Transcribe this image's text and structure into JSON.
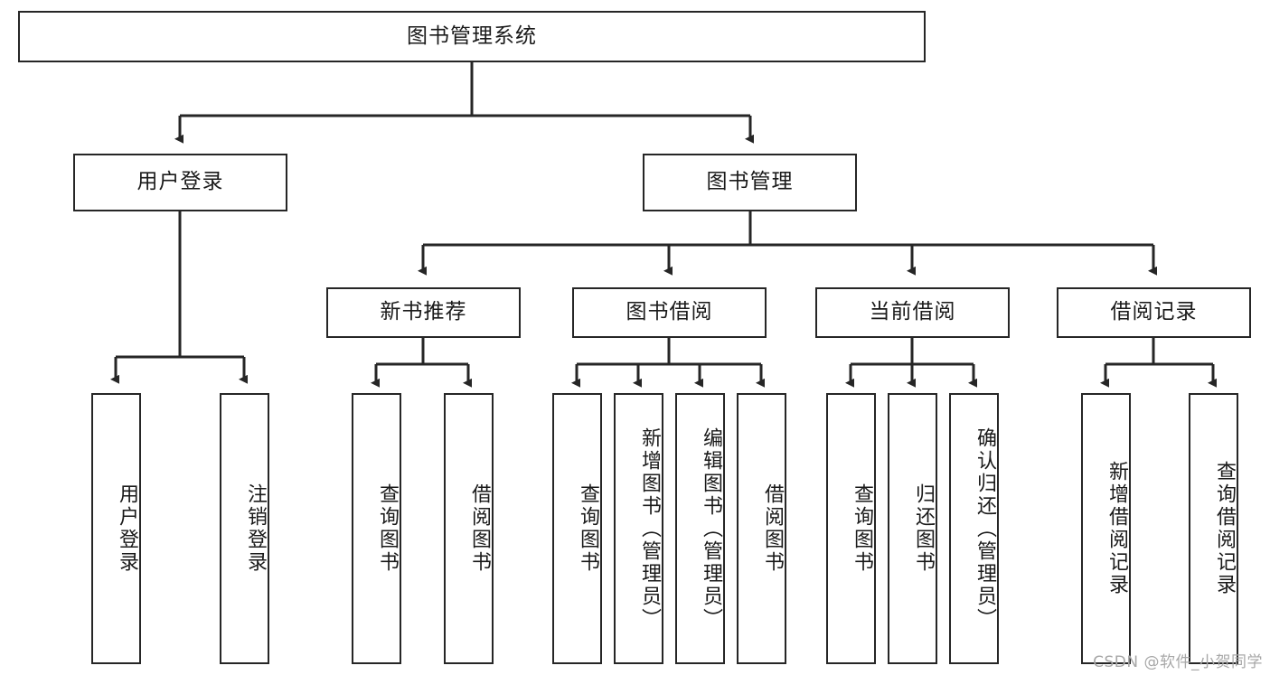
{
  "diagram": {
    "title": "图书管理系统",
    "type": "hierarchy-tree",
    "root": {
      "label": "图书管理系统"
    },
    "level2": [
      {
        "label": "用户登录"
      },
      {
        "label": "图书管理"
      }
    ],
    "level3": [
      {
        "label": "新书推荐"
      },
      {
        "label": "图书借阅"
      },
      {
        "label": "当前借阅"
      },
      {
        "label": "借阅记录"
      }
    ],
    "leaves": {
      "user_login": [
        {
          "label": "用户登录"
        },
        {
          "label": "注销登录"
        }
      ],
      "new_book_recommend": [
        {
          "label": "查询图书"
        },
        {
          "label": "借阅图书"
        }
      ],
      "book_borrow": [
        {
          "label": "查询图书"
        },
        {
          "label": "新增图书（管理员）"
        },
        {
          "label": "编辑图书（管理员）"
        },
        {
          "label": "借阅图书"
        }
      ],
      "current_borrow": [
        {
          "label": "查询图书"
        },
        {
          "label": "归还图书"
        },
        {
          "label": "确认归还（管理员）"
        }
      ],
      "borrow_record": [
        {
          "label": "新增借阅记录"
        },
        {
          "label": "查询借阅记录"
        }
      ]
    }
  },
  "watermark": {
    "text": "CSDN @软件_小贺同学"
  },
  "colors": {
    "stroke": "#262626",
    "background": "#ffffff",
    "text": "#1a1a1a",
    "watermark": "#a8a8a8"
  }
}
